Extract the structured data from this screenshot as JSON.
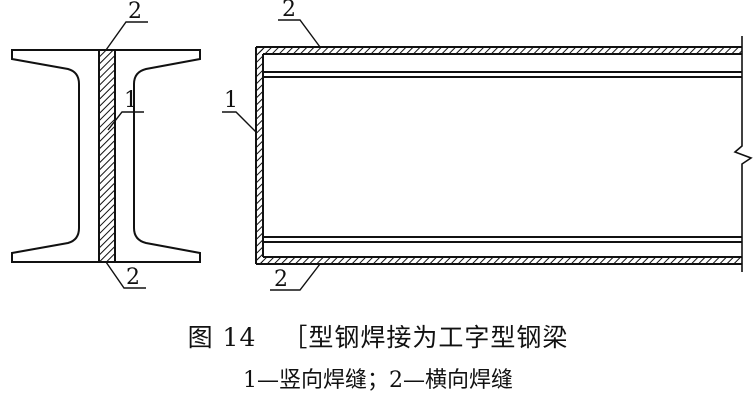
{
  "labels": {
    "left_top": "2",
    "left_mid": "1",
    "left_bottom": "2",
    "right_top": "2",
    "right_side": "1",
    "right_bottom": "2"
  },
  "caption": {
    "fig_no": "图 14",
    "title": "［型钢焊接为工字型钢梁",
    "legend": "1—竖向焊缝；2—横向焊缝"
  }
}
